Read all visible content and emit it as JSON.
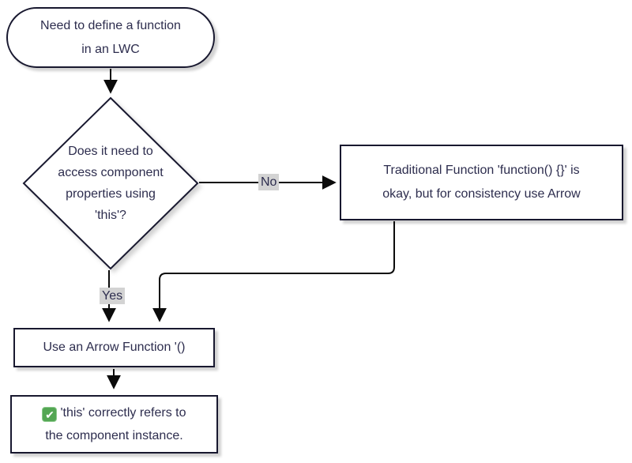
{
  "diagram": {
    "type": "flowchart",
    "direction": "top-down",
    "colors": {
      "node_border": "#18182f",
      "node_fill": "#ffffff",
      "text": "#2d2d4e",
      "edge_line": "#0b0b0b",
      "edge_label_bg": "#d3d3d3",
      "check_green": "#53a653"
    },
    "nodes": {
      "start": {
        "shape": "stadium",
        "lines": [
          "Need to define a function",
          "in an LWC"
        ]
      },
      "decision": {
        "shape": "diamond",
        "lines": [
          "Does it need to",
          "access component",
          "properties using",
          "'this'?"
        ]
      },
      "traditional": {
        "shape": "rectangle",
        "lines": [
          "Traditional Function 'function() {}' is",
          "okay, but for consistency use Arrow"
        ]
      },
      "arrow_function": {
        "shape": "rectangle",
        "lines": [
          "Use an Arrow Function '()"
        ]
      },
      "result": {
        "shape": "rectangle",
        "check_glyph": "✔",
        "lines": [
          "'this' correctly refers to",
          "the component instance."
        ]
      }
    },
    "edges": {
      "no_label": "No",
      "yes_label": "Yes"
    }
  }
}
